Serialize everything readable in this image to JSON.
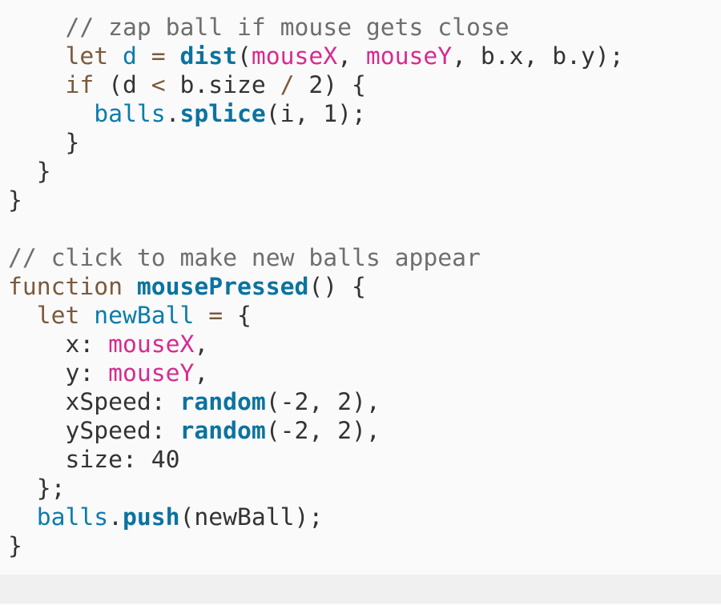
{
  "code_lines": [
    [
      [
        "p",
        "    "
      ],
      [
        "c",
        "// zap ball if mouse gets close"
      ]
    ],
    [
      [
        "p",
        "    "
      ],
      [
        "k",
        "let"
      ],
      [
        "p",
        " "
      ],
      [
        "v",
        "d"
      ],
      [
        "p",
        " "
      ],
      [
        "k",
        "="
      ],
      [
        "p",
        " "
      ],
      [
        "f",
        "dist"
      ],
      [
        "p",
        "("
      ],
      [
        "g",
        "mouseX"
      ],
      [
        "p",
        ", "
      ],
      [
        "g",
        "mouseY"
      ],
      [
        "p",
        ", b.x, b.y);"
      ]
    ],
    [
      [
        "p",
        "    "
      ],
      [
        "k",
        "if"
      ],
      [
        "p",
        " (d "
      ],
      [
        "k",
        "<"
      ],
      [
        "p",
        " b.size "
      ],
      [
        "k",
        "/"
      ],
      [
        "p",
        " 2) {"
      ]
    ],
    [
      [
        "p",
        "      "
      ],
      [
        "v",
        "balls"
      ],
      [
        "p",
        "."
      ],
      [
        "f",
        "splice"
      ],
      [
        "p",
        "(i, 1);"
      ]
    ],
    [
      [
        "p",
        "    }"
      ]
    ],
    [
      [
        "p",
        "  }"
      ]
    ],
    [
      [
        "p",
        "}"
      ]
    ],
    [],
    [
      [
        "c",
        "// click to make new balls appear"
      ]
    ],
    [
      [
        "k",
        "function"
      ],
      [
        "p",
        " "
      ],
      [
        "f",
        "mousePressed"
      ],
      [
        "p",
        "() {"
      ]
    ],
    [
      [
        "p",
        "  "
      ],
      [
        "k",
        "let"
      ],
      [
        "p",
        " "
      ],
      [
        "v",
        "newBall"
      ],
      [
        "p",
        " "
      ],
      [
        "k",
        "="
      ],
      [
        "p",
        " {"
      ]
    ],
    [
      [
        "p",
        "    x: "
      ],
      [
        "g",
        "mouseX"
      ],
      [
        "p",
        ","
      ]
    ],
    [
      [
        "p",
        "    y: "
      ],
      [
        "g",
        "mouseY"
      ],
      [
        "p",
        ","
      ]
    ],
    [
      [
        "p",
        "    xSpeed: "
      ],
      [
        "f",
        "random"
      ],
      [
        "p",
        "(-2, 2),"
      ]
    ],
    [
      [
        "p",
        "    ySpeed: "
      ],
      [
        "f",
        "random"
      ],
      [
        "p",
        "(-2, 2),"
      ]
    ],
    [
      [
        "p",
        "    size: 40"
      ]
    ],
    [
      [
        "p",
        "  };"
      ]
    ],
    [
      [
        "p",
        "  "
      ],
      [
        "v",
        "balls"
      ],
      [
        "p",
        "."
      ],
      [
        "f",
        "push"
      ],
      [
        "p",
        "(newBall);"
      ]
    ],
    [
      [
        "p",
        "}"
      ]
    ]
  ]
}
